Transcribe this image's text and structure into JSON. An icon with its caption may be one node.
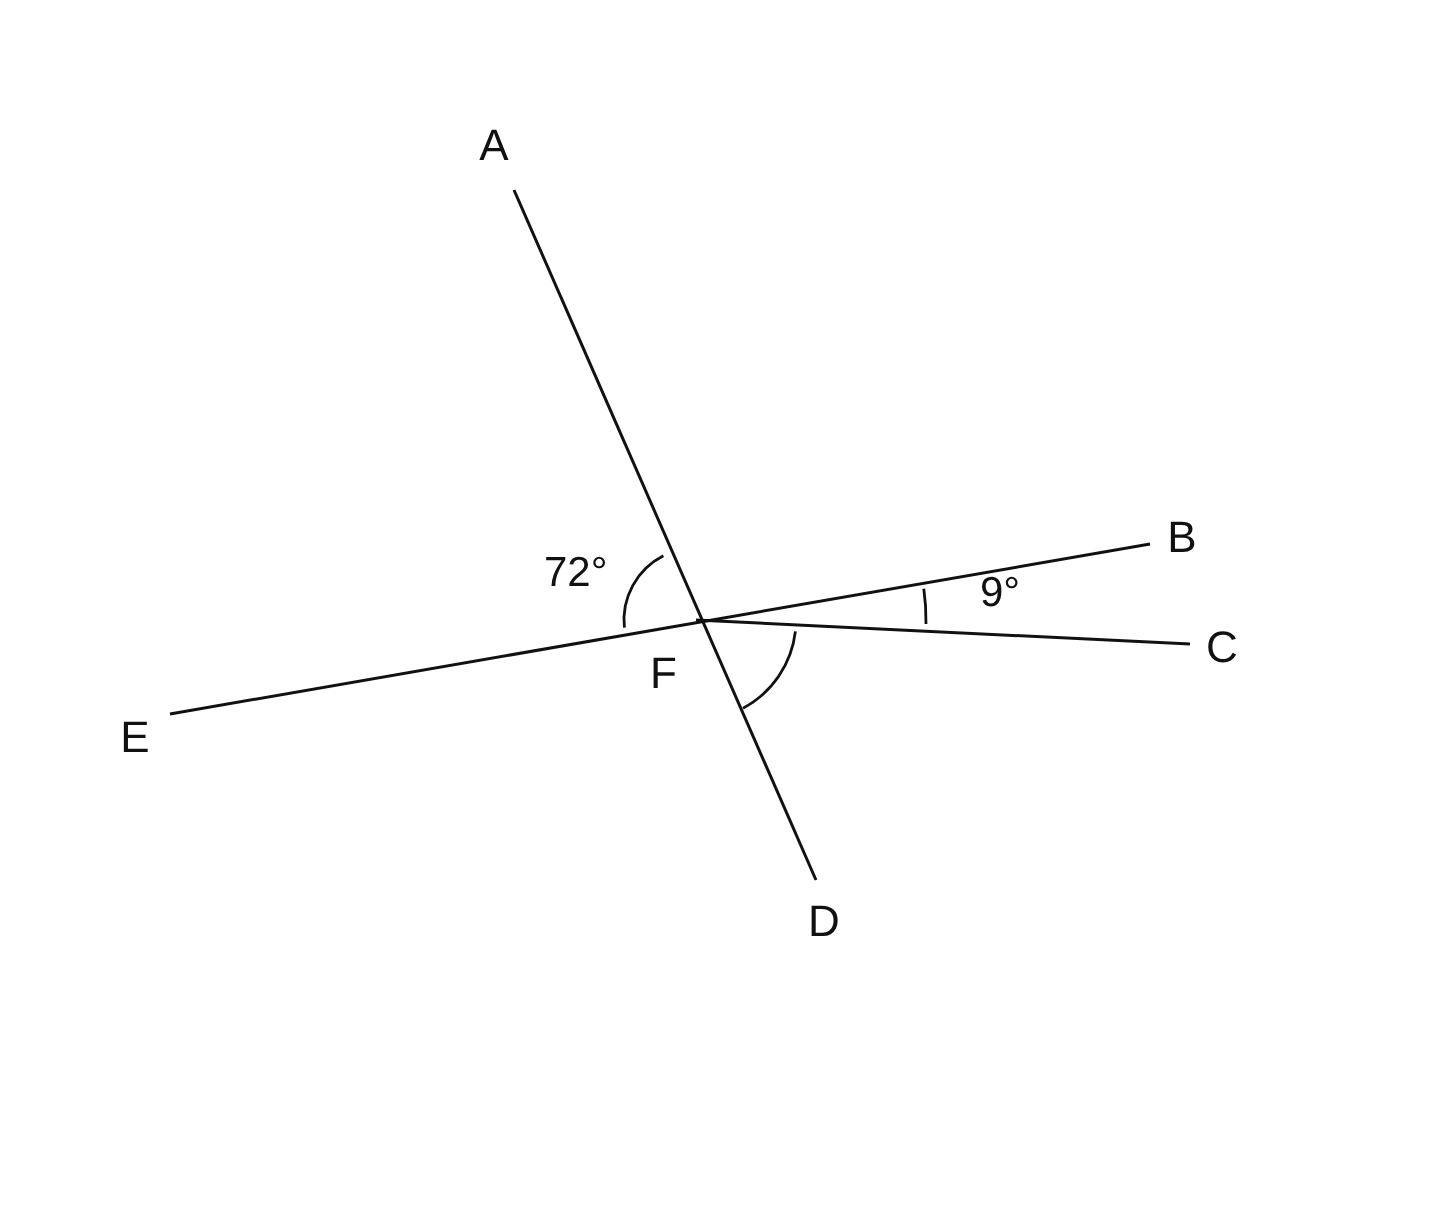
{
  "diagram": {
    "nodes": [
      {
        "text": [
          "A"
        ]
      },
      {
        "text": [
          "B"
        ]
      },
      {
        "text": [
          "C"
        ]
      },
      {
        "text": [
          "D"
        ]
      },
      {
        "text": [
          "E"
        ]
      },
      {
        "text": [
          "F"
        ]
      }
    ],
    "edges": [
      {
        "from": 0,
        "to": 3,
        "arrow": "none"
      },
      {
        "from": 4,
        "to": 1,
        "arrow": "none"
      },
      {
        "from": 5,
        "to": 2,
        "arrow": "none"
      }
    ],
    "labels": [
      "72°",
      "9°"
    ]
  }
}
